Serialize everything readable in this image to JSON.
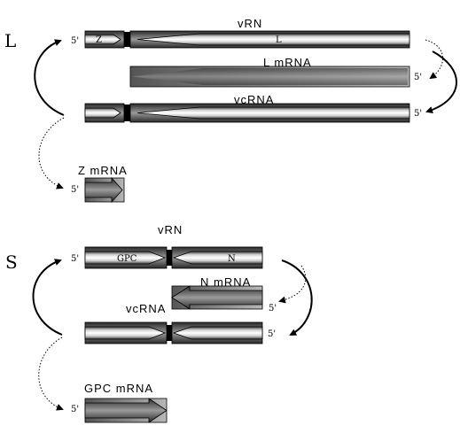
{
  "segments": {
    "L": {
      "label": "L",
      "vrn_label": "vRN",
      "vrn_gene_left": "Z",
      "vrn_gene_right": "L",
      "vrn_five_prime": "5'",
      "mrna_label": "L mRNA",
      "mrna_five_prime": "5'",
      "vcrna_label": "vcRNA",
      "vcrna_five_prime": "5'",
      "z_mrna_label": "Z mRNA",
      "z_mrna_five_prime": "5'"
    },
    "S": {
      "label": "S",
      "vrn_label": "vRN",
      "vrn_gene_left": "GPC",
      "vrn_gene_right": "N",
      "vrn_five_prime": "5'",
      "mrna_label": "N mRNA",
      "mrna_five_prime": "5'",
      "vcrna_label": "vcRNA",
      "vcrna_five_prime": "5'",
      "gpc_mrna_label": "GPC mRNA",
      "gpc_mrna_five_prime": "5'"
    }
  }
}
